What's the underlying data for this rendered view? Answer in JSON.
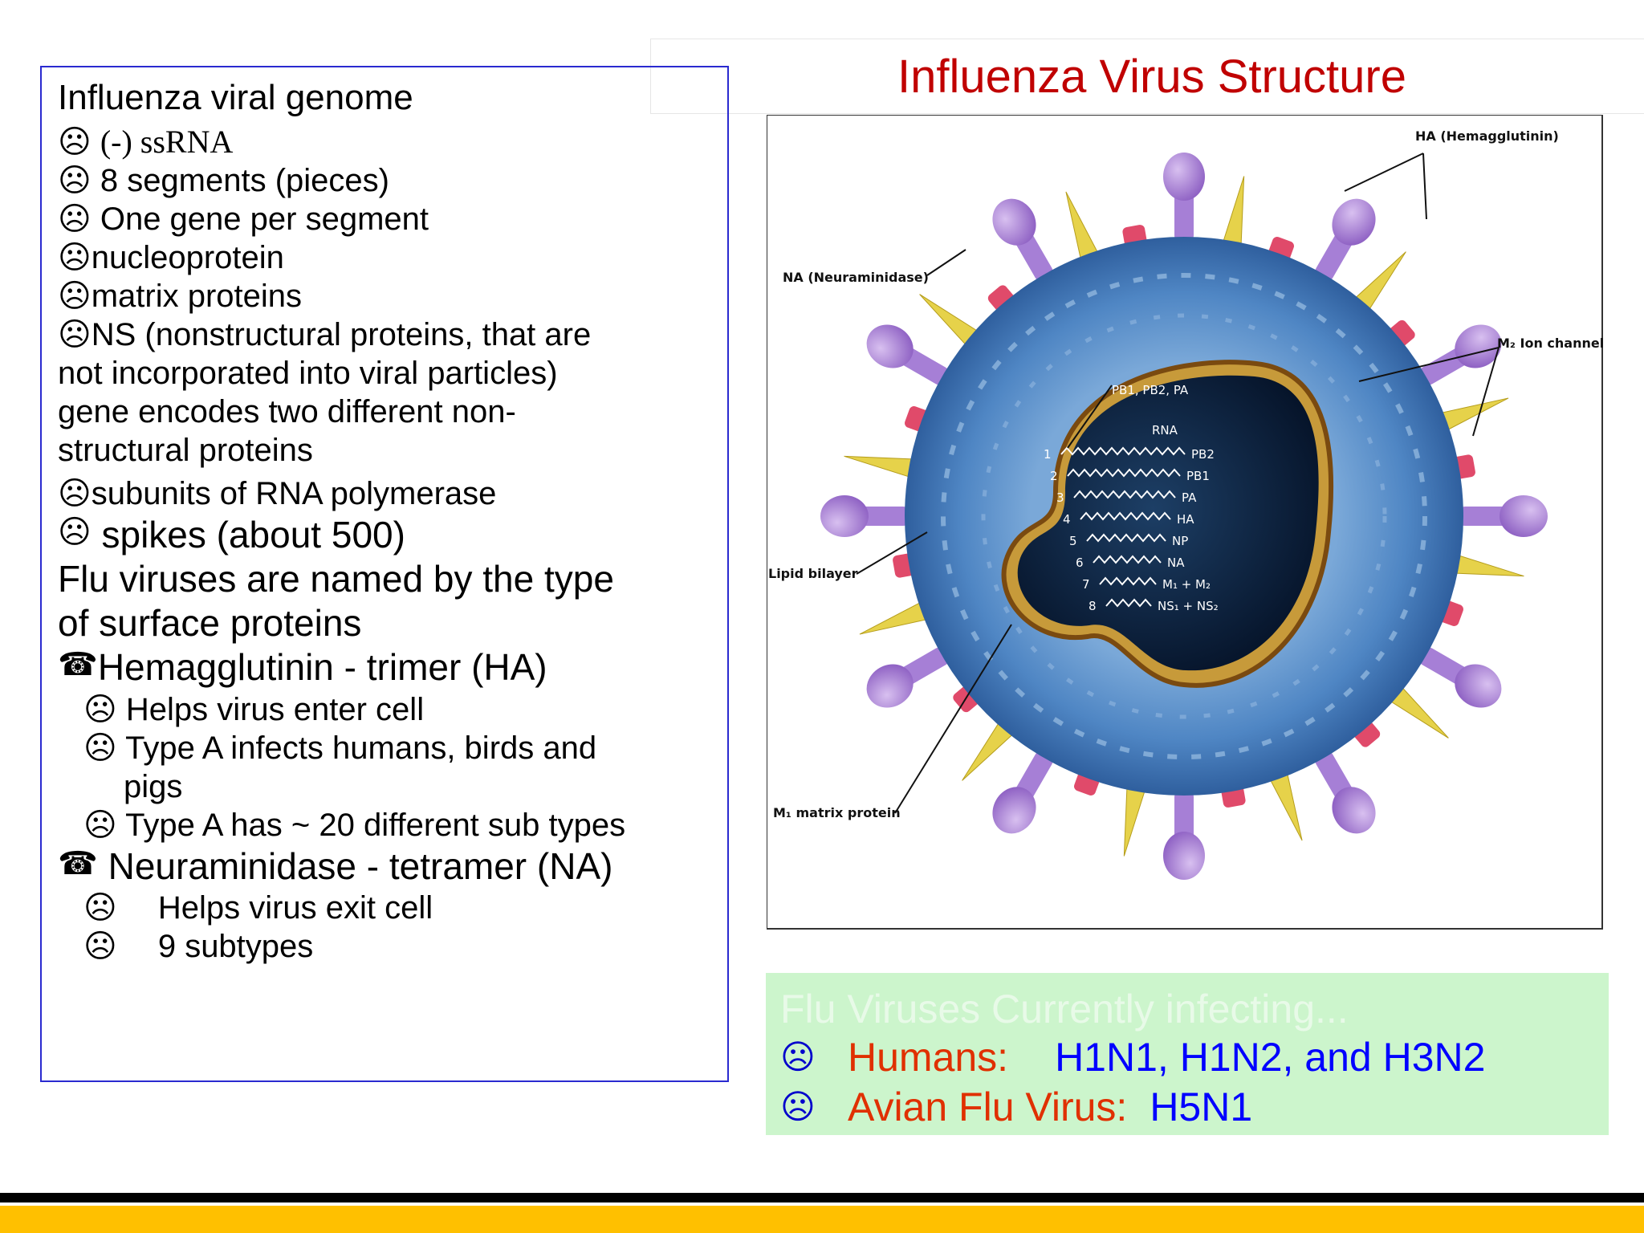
{
  "slide": {
    "title": "Influenza Virus Structure"
  },
  "left_panel": {
    "heading": "Influenza viral genome",
    "items": [
      {
        "icon": "frown-icon",
        "text": "(-) ssRNA"
      },
      {
        "icon": "frown-icon",
        "text": "8 segments (pieces)"
      },
      {
        "icon": "frown-icon",
        "text": "One gene per segment"
      },
      {
        "icon": "frown-icon",
        "text": "nucleoprotein"
      },
      {
        "icon": "frown-icon",
        "text": "matrix proteins"
      },
      {
        "icon": "frown-icon",
        "text": "NS (nonstructural proteins, that are"
      }
    ],
    "ns_continuation": [
      "not incorporated into viral particles)",
      "gene encodes two different non-",
      "structural proteins"
    ],
    "item_polymerase": {
      "icon": "frown-icon",
      "text": "subunits of RNA polymerase"
    },
    "item_spikes": {
      "icon": "frown-icon",
      "text": "spikes (about 500)"
    },
    "naming_lines": [
      "Flu viruses are named by the  type",
      "of surface proteins"
    ],
    "hemagglutinin": {
      "icon": "telephone-icon",
      "text": "Hemagglutinin - trimer (HA)",
      "sub": [
        "Helps virus enter cell",
        "Type A infects humans, birds and",
        "pigs",
        "Type A has ~ 20 different sub types"
      ]
    },
    "neuraminidase": {
      "icon": "telephone-icon",
      "text": "Neuraminidase - tetramer (NA)",
      "sub": [
        "Helps virus exit cell",
        "9 subtypes"
      ]
    }
  },
  "figure": {
    "labels": {
      "ha": "HA (Hemagglutinin)",
      "na": "NA (Neuraminidase)",
      "m2": "M₂ Ion channel",
      "pb": "PB1, PB2, PA",
      "rna": "RNA",
      "lipid": "Lipid bilayer",
      "m1": "M₁ matrix protein"
    },
    "segments": [
      {
        "n": "1",
        "name": "PB2"
      },
      {
        "n": "2",
        "name": "PB1"
      },
      {
        "n": "3",
        "name": "PA"
      },
      {
        "n": "4",
        "name": "HA"
      },
      {
        "n": "5",
        "name": "NP"
      },
      {
        "n": "6",
        "name": "NA"
      },
      {
        "n": "7",
        "name": "M₁ + M₂"
      },
      {
        "n": "8",
        "name": "NS₁ + NS₂"
      }
    ]
  },
  "legend": {
    "title": "Flu Viruses Currently infecting...",
    "rows": [
      {
        "label": "Humans:",
        "value": "H1N1, H1N2, and H3N2"
      },
      {
        "label": "Avian Flu Virus:",
        "value": "H5N1"
      }
    ]
  },
  "icons": {
    "frown": "☹",
    "phone": "☎"
  },
  "colors": {
    "title": "#c00000",
    "box_border": "#2a2ad0",
    "legend_bg": "#ccf5cc",
    "label_red": "#e03000",
    "value_blue": "#0000ff",
    "bar_gold": "#ffc000"
  }
}
